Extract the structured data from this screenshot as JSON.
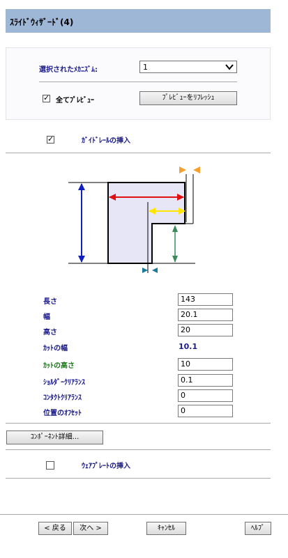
{
  "title": "ｽﾗｲﾄﾞｳｨｻﾞｰﾄﾞ(4)",
  "mechanism": {
    "label": "選択されたﾒｶﾆｽﾞﾑ:",
    "selected": "1",
    "preview_all_label": "全てﾌﾟﾚﾋﾞｭｰ",
    "preview_all_checked": true,
    "refresh_label": "ﾌﾟﾚﾋﾞｭｰをﾘﾌﾚｯｼｭ"
  },
  "guide_rail": {
    "label": "ｶﾞｲﾄﾞﾚｰﾙの挿入",
    "checked": true
  },
  "params": {
    "length": {
      "label": "長さ",
      "value": "143"
    },
    "width": {
      "label": "幅",
      "value": "20.1"
    },
    "height": {
      "label": "高さ",
      "value": "20"
    },
    "cut_width": {
      "label": "ｶｯﾄの幅",
      "value": "10.1"
    },
    "cut_height": {
      "label": "ｶｯﾄの高さ",
      "value": "10"
    },
    "shoulder_clearance": {
      "label": "ｼｮﾙﾀﾞｰｸﾘｱﾗﾝｽ",
      "value": "0.1"
    },
    "contact_clearance": {
      "label": "ｺﾝﾀｸﾄｸﾘｱﾗﾝｽ",
      "value": "0"
    },
    "position_offset": {
      "label": "位置のｵﾌｾｯﾄ",
      "value": "0"
    }
  },
  "component_details_label": "ｺﾝﾎﾟｰﾈﾝﾄ詳細...",
  "wear_plate": {
    "label": "ｳｪｱﾌﾟﾚｰﾄの挿入",
    "checked": false
  },
  "footer": {
    "back_label": "< 戻る",
    "next_label": "次へ >",
    "cancel_label": "ｷｬﾝｾﾙ",
    "help_label": "ﾍﾙﾌﾟ"
  },
  "colors": {
    "title_bar": "#9fb7d6",
    "label_blue": "#1a1a8c",
    "label_green": "#1f7a1f",
    "dim_red": "#e01010",
    "dim_yellow": "#ffe600",
    "dim_blue": "#1020c0",
    "dim_green": "#3a8a5a",
    "dim_orange": "#f5a030",
    "dim_teal": "#1a7a9a"
  }
}
